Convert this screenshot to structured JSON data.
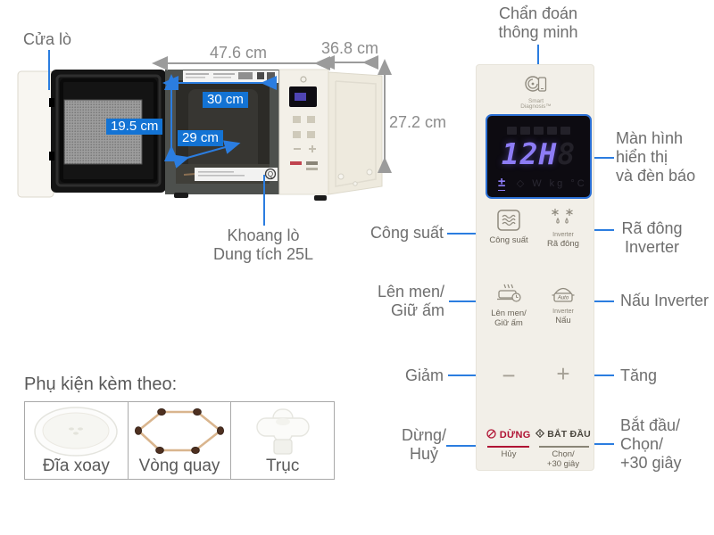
{
  "colors": {
    "accent_blue": "#2b7de0",
    "dimension_tag_bg": "#1373d4",
    "stop_red": "#b01334",
    "display_digits": "#8d7cf6"
  },
  "diagram": {
    "door_callout": "Cửa lò",
    "cavity_callout": {
      "line1": "Khoang lò",
      "line2": "Dung tích 25L"
    },
    "dimensions": {
      "outer_width": "47.6 cm",
      "outer_depth": "36.8 cm",
      "outer_height": "27.2 cm",
      "cavity_width": "30 cm",
      "cavity_depth": "29 cm",
      "cavity_height": "19.5 cm"
    }
  },
  "accessories": {
    "heading": "Phụ kiện kèm theo:",
    "items": [
      {
        "label": "Đĩa xoay",
        "icon": "turntable-plate-icon"
      },
      {
        "label": "Vòng quay",
        "icon": "roller-ring-icon"
      },
      {
        "label": "Trục",
        "icon": "shaft-coupler-icon"
      }
    ]
  },
  "panel": {
    "smart_diagnosis_label": {
      "line1": "Smart",
      "line2": "Diagnosis™"
    },
    "display": {
      "time": "12H",
      "ghost_digit": "8",
      "plus_minus": "±",
      "mode_symbol": "◇",
      "units": "W kg °C"
    },
    "power_button": {
      "label": "Công suất"
    },
    "defrost_button": {
      "sub": "Inverter",
      "label": "Rã đông"
    },
    "ferment_button": {
      "label_line1": "Lên men/",
      "label_line2": "Giữ ấm"
    },
    "cook_button": {
      "auto": "Auto",
      "sub": "Inverter",
      "label": "Nấu"
    },
    "decrease_button": {
      "glyph": "−"
    },
    "increase_button": {
      "glyph": "+"
    },
    "stop_button": {
      "main": "DỪNG",
      "sub": "Hủy"
    },
    "start_button": {
      "main": "BẮT ĐẦU",
      "sub_line1": "Chọn/",
      "sub_line2": "+30 giây"
    }
  },
  "callouts": {
    "smart_diagnosis": {
      "line1": "Chẩn đoán",
      "line2": "thông minh"
    },
    "display": {
      "line1": "Màn hình",
      "line2": "hiển thị",
      "line3": "và đèn báo"
    },
    "power": "Công suất",
    "defrost": {
      "line1": "Rã đông",
      "line2": "Inverter"
    },
    "ferment": {
      "line1": "Lên men/",
      "line2": "Giữ ấm"
    },
    "cook": "Nấu Inverter",
    "decrease": "Giảm",
    "increase": "Tăng",
    "stop": {
      "line1": "Dừng/",
      "line2": "Huỷ"
    },
    "start": {
      "line1": "Bắt đầu/",
      "line2": "Chọn/",
      "line3": "+30 giây"
    }
  }
}
